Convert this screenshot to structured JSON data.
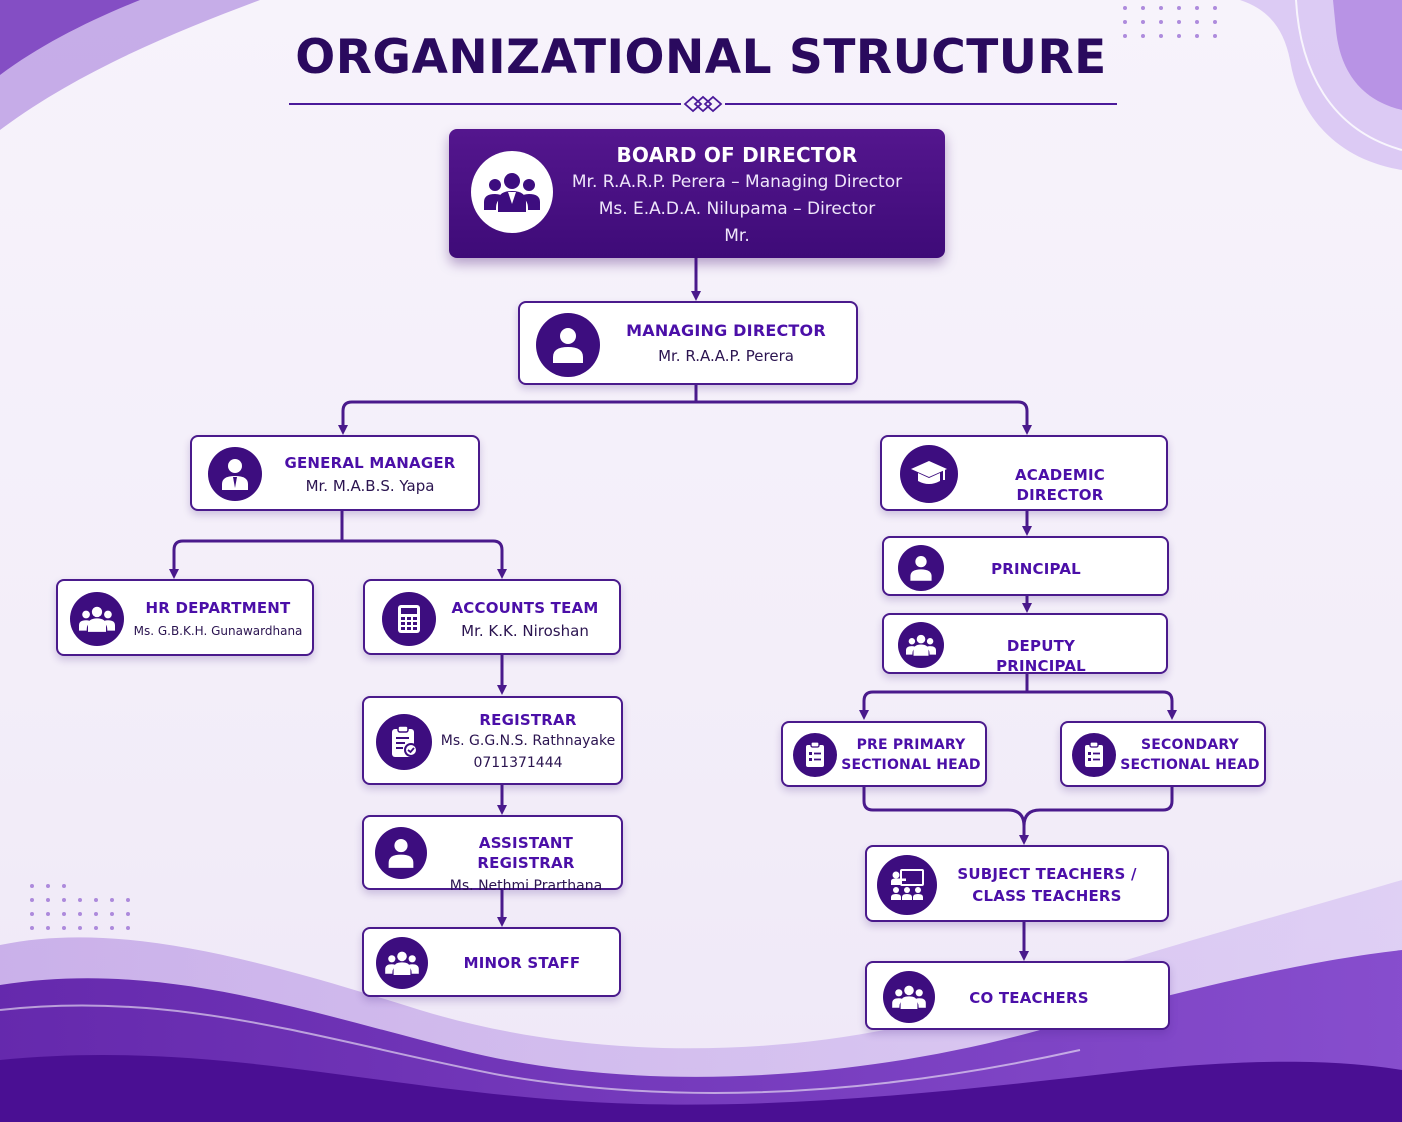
{
  "title": "ORGANIZATIONAL STRUCTURE",
  "colors": {
    "primary": "#3d0d7f",
    "accent": "#4b0fa8",
    "title": "#2a0a5e",
    "line": "#4a1a8c"
  },
  "nodes": {
    "board": {
      "icon": "group-icon",
      "title": "BOARD OF DIRECTOR",
      "lines": [
        "Mr. R.A.R.P. Perera – Managing Director",
        "Ms. E.A.D.A. Nilupama – Director",
        "Mr."
      ]
    },
    "md": {
      "icon": "person-icon",
      "title": "MANAGING DIRECTOR",
      "lines": [
        "Mr. R.A.A.P. Perera"
      ]
    },
    "gm": {
      "icon": "manager-icon",
      "title": "GENERAL MANAGER",
      "lines": [
        "Mr. M.A.B.S. Yapa"
      ]
    },
    "hr": {
      "icon": "group-icon",
      "title": "HR DEPARTMENT",
      "lines": [
        "Ms. G.B.K.H. Gunawardhana"
      ]
    },
    "accounts": {
      "icon": "calculator-icon",
      "title": "ACCOUNTS TEAM",
      "lines": [
        "Mr. K.K. Niroshan"
      ]
    },
    "registrar": {
      "icon": "clipboard-icon",
      "title": "REGISTRAR",
      "lines": [
        "Ms. G.G.N.S. Rathnayake",
        "0711371444"
      ]
    },
    "asst_registrar": {
      "icon": "person-icon",
      "title": "ASSISTANT REGISTRAR",
      "lines": [
        "Ms. Nethmi Prarthana"
      ]
    },
    "minor_staff": {
      "icon": "group-icon",
      "title": "MINOR STAFF",
      "lines": []
    },
    "academic": {
      "icon": "graduation-cap-icon",
      "title": "ACADEMIC DIRECTOR",
      "lines": []
    },
    "principal": {
      "icon": "person-icon",
      "title": "PRINCIPAL",
      "lines": []
    },
    "deputy": {
      "icon": "group-icon",
      "title": "DEPUTY PRINCIPAL",
      "lines": []
    },
    "pre_primary": {
      "icon": "checklist-icon",
      "title": "PRE PRIMARY\nSECTIONAL HEAD",
      "lines": []
    },
    "secondary": {
      "icon": "checklist-icon",
      "title": "SECONDARY\nSECTIONAL HEAD",
      "lines": []
    },
    "subject_teachers": {
      "icon": "teacher-icon",
      "title": "SUBJECT TEACHERS /\nCLASS TEACHERS",
      "lines": []
    },
    "co_teachers": {
      "icon": "group-icon",
      "title": "CO TEACHERS",
      "lines": []
    }
  }
}
